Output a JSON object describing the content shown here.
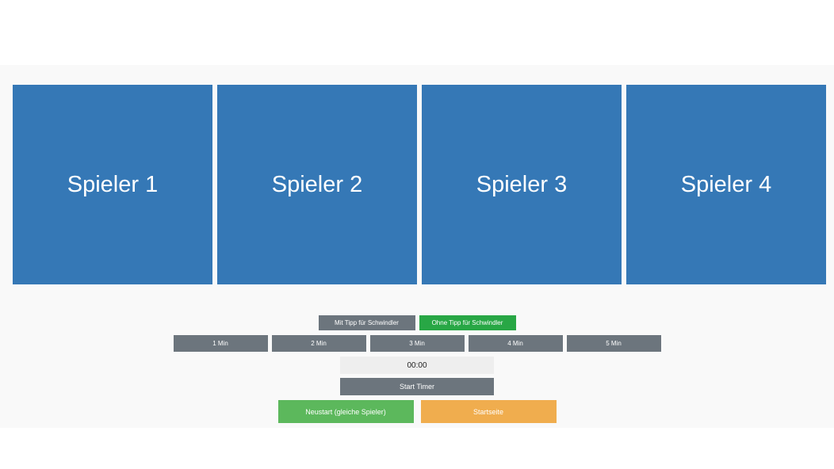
{
  "players": [
    {
      "label": "Spieler 1"
    },
    {
      "label": "Spieler 2"
    },
    {
      "label": "Spieler 3"
    },
    {
      "label": "Spieler 4"
    }
  ],
  "mode": {
    "with_hint_label": "Mit Tipp für Schwindler",
    "without_hint_label": "Ohne Tipp für Schwindler",
    "selected": "without_hint"
  },
  "durations": [
    {
      "label": "1 Min"
    },
    {
      "label": "2 Min"
    },
    {
      "label": "3 Min"
    },
    {
      "label": "4 Min"
    },
    {
      "label": "5 Min"
    }
  ],
  "timer": {
    "display": "00:00",
    "start_label": "Start Timer"
  },
  "actions": {
    "restart_label": "Neustart (gleiche Spieler)",
    "home_label": "Startseite"
  },
  "colors": {
    "player_card": "#3578b6",
    "gray_button": "#6c757d",
    "active_mode": "#28a745",
    "restart": "#5cb85c",
    "home": "#f0ad4e"
  }
}
